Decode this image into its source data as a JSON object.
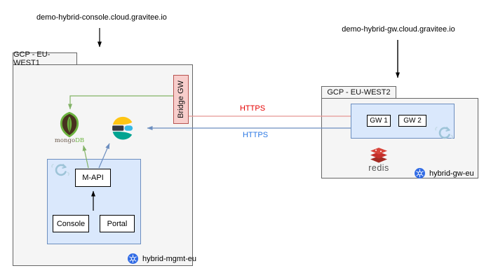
{
  "palette": {
    "region_box_fill": "#f5f5f5",
    "region_box_border": "#666666",
    "cluster_box_fill": "#dae8fc",
    "cluster_box_border": "#6c8ebf",
    "bridge_box_fill": "#f8cecc",
    "bridge_box_border": "#b85450",
    "green_connector": "#82b366",
    "blue_connector": "#6c8ebf",
    "red_connector": "#e59693",
    "https_red_text": "#e60000",
    "https_blue_text": "#2b78e4",
    "kubernetes_blue": "#326ce5",
    "redis_red": "#c6302b",
    "elastic_yellow": "#fec514",
    "elastic_teal": "#02a391",
    "mongo_green": "#6cb33f"
  },
  "external_endpoints": {
    "console_domain": "demo-hybrid-console.cloud.gravitee.io",
    "gateway_domain": "demo-hybrid-gw.cloud.gravitee.io"
  },
  "left_region": {
    "title": "GCP - EU-WEST1",
    "bridge_gateway_label": "Bridge GW",
    "mongodb": {
      "name_prefix": "mongo",
      "name_suffix": "DB"
    },
    "cluster": {
      "mapi_label": "M-API",
      "console_label": "Console",
      "portal_label": "Portal"
    },
    "cluster_name": "hybrid-mgmt-eu"
  },
  "right_region": {
    "title": "GCP - EU-WEST2",
    "cluster": {
      "gw1_label": "GW 1",
      "gw2_label": "GW 2"
    },
    "redis_label": "redis",
    "cluster_name": "hybrid-gw-eu"
  },
  "connections": {
    "bridge_https_label": "HTTPS",
    "elastic_https_label": "HTTPS"
  },
  "icons": {
    "kubernetes": "kubernetes-icon",
    "mongodb": "mongodb-icon",
    "elasticsearch": "elasticsearch-icon",
    "redis": "redis-icon",
    "sync": "sync-arrow-icon"
  }
}
